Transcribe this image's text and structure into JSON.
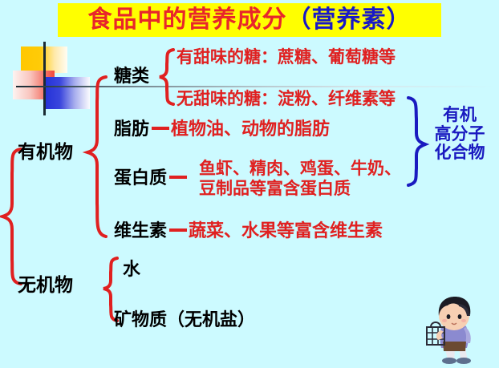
{
  "title": {
    "main": "食品中的营养成分",
    "paren": "（营养素）",
    "banner_color": "#ffff00",
    "main_color": "#e8262b",
    "paren_color": "#1818c8"
  },
  "diagram": {
    "type": "tree-mindmap",
    "root_label": "",
    "branches": [
      {
        "label": "有机物",
        "color": "#000000",
        "children": [
          {
            "label": "糖类",
            "color": "#000000",
            "children": [
              {
                "label": "有甜味的糖：蔗糖、葡萄糖等",
                "color": "#e02020"
              },
              {
                "label": "无甜味的糖：淀粉、纤维素等",
                "color": "#e02020"
              }
            ]
          },
          {
            "label": "脂肪",
            "color": "#000000",
            "connector": "dash",
            "detail": "植物油、动物的脂肪",
            "detail_color": "#e02020"
          },
          {
            "label": "蛋白质",
            "color": "#000000",
            "connector": "dash",
            "detail_line1": "鱼虾、精肉、鸡蛋、牛奶、",
            "detail_line2": "豆制品等富含蛋白质",
            "detail_color": "#e02020"
          },
          {
            "label": "维生素",
            "color": "#000000",
            "connector": "dash",
            "detail": "蔬菜、水果等富含维生素",
            "detail_color": "#e02020"
          }
        ]
      },
      {
        "label": "无机物",
        "color": "#000000",
        "children": [
          {
            "label": "水",
            "color": "#000000"
          },
          {
            "label": "矿物质（无机盐）",
            "color": "#000000"
          }
        ]
      }
    ],
    "annotation": {
      "line1": "有机",
      "line2": "高分子",
      "line3": "化合物",
      "color": "#1a1ac0",
      "brace_color": "#1a1ac0"
    },
    "brace_color": "#e02020",
    "background_color": "#ccfaff"
  },
  "decoration": {
    "art_name": "abstract-rectangles-crosshair",
    "colors": [
      "#ffc700",
      "#f2473c",
      "#2230d8",
      "#1a2b33"
    ]
  },
  "character": {
    "name": "boy-with-basket",
    "colors": [
      "#1b1b24",
      "#f7cfb3",
      "#8b8ad0",
      "#6b4a32",
      "#5d6f8e"
    ]
  }
}
